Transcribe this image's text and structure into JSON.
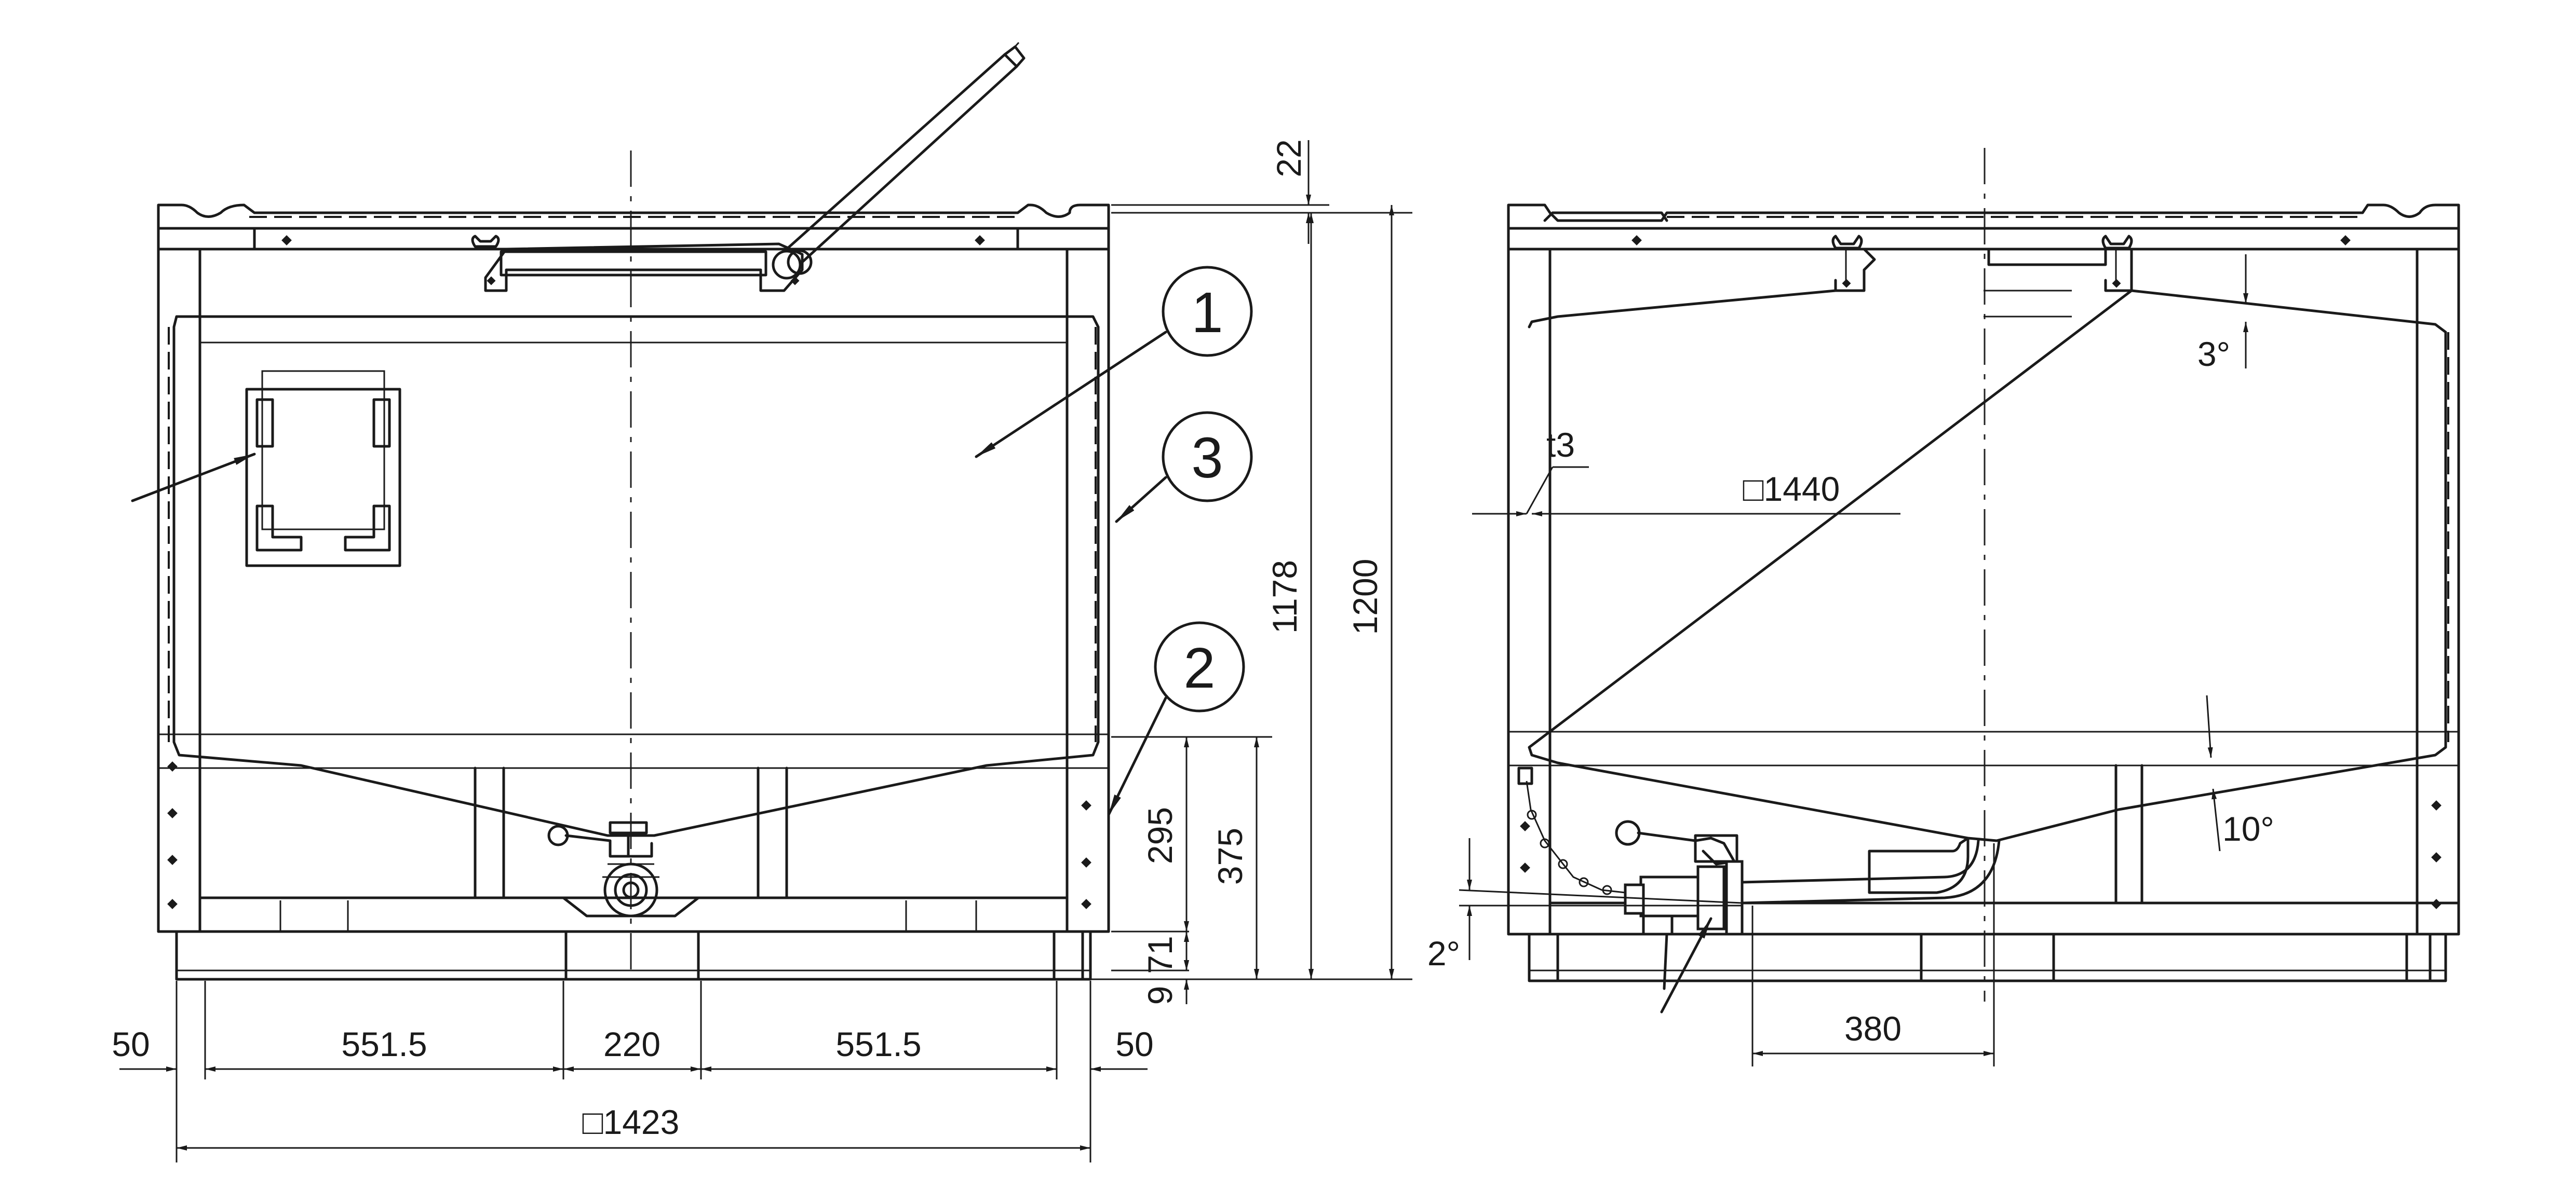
{
  "callouts": {
    "c1": "1",
    "c2": "2",
    "c3": "3"
  },
  "front_view": {
    "dim_22": "22",
    "dim_1178": "1178",
    "dim_1200": "1200",
    "dim_295": "295",
    "dim_375": "375",
    "dim_71": "71",
    "dim_9": "9",
    "dim_50_left": "50",
    "dim_551_5_left": "551.5",
    "dim_220": "220",
    "dim_551_5_right": "551.5",
    "dim_50_right": "50",
    "dim_1423": "□1423"
  },
  "side_view": {
    "dim_t3": "t3",
    "dim_1440": "□1440",
    "angle_3": "3°",
    "angle_10": "10°",
    "angle_2": "2°",
    "dim_380": "380"
  }
}
